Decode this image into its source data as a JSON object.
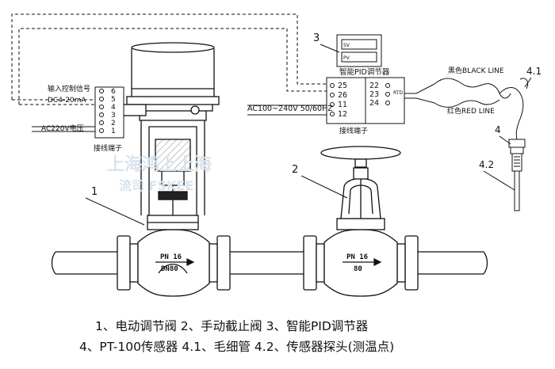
{
  "terminals_left": {
    "signal_label": "输入控制信号",
    "current_label": "DC4-20mA",
    "power_label": "AC220V电压",
    "pins": [
      "6",
      "5",
      "4",
      "3",
      "2",
      "1"
    ],
    "caption": "接线端子"
  },
  "controller": {
    "callout": "3",
    "title": "智能PID调节器",
    "display_top": "SV",
    "display_bottom": "PV",
    "pins_left": [
      "25",
      "26",
      "11",
      "12"
    ],
    "pins_right": [
      "22",
      "23",
      "24"
    ],
    "rtd_label": "RTD",
    "power_input": "AC100~240V 50/60HZ",
    "caption": "接线端子"
  },
  "sensor": {
    "black_line": "黑色BLACK LINE",
    "red_line": "红色RED LINE",
    "callout_41": "4.1",
    "callout_4": "4",
    "callout_42": "4.2"
  },
  "valves": {
    "callout_1": "1",
    "callout_2": "2",
    "valve1_pn": "PN 16",
    "valve1_dn": "DN80",
    "valve2_pn": "PN 16",
    "valve2_dn": "80"
  },
  "watermark": {
    "line1": "上海鸿上上海",
    "line2": "流司 FSKEE"
  },
  "legend": {
    "line1": "1、电动调节阀  2、手动截止阀  3、智能PID调节器",
    "line2": "4、PT-100传感器  4.1、毛细管 4.2、传感器探头(测温点)"
  }
}
